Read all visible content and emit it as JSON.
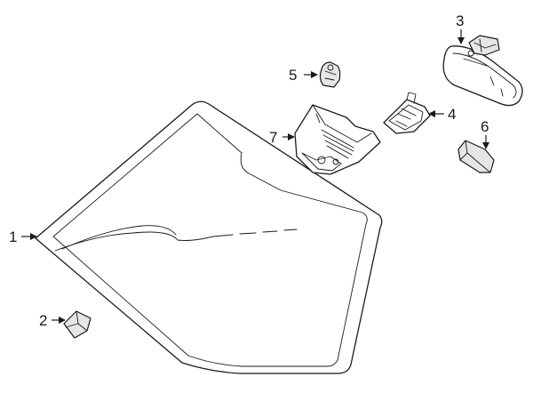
{
  "callouts": [
    {
      "id": "1",
      "label": "1",
      "part": "windshield"
    },
    {
      "id": "2",
      "label": "2",
      "part": "clip"
    },
    {
      "id": "3",
      "label": "3",
      "part": "rearview-mirror"
    },
    {
      "id": "4",
      "label": "4",
      "part": "mirror-bracket"
    },
    {
      "id": "5",
      "label": "5",
      "part": "rain-sensor"
    },
    {
      "id": "6",
      "label": "6",
      "part": "wire-cover"
    },
    {
      "id": "7",
      "label": "7",
      "part": "camera-housing"
    }
  ],
  "colors": {
    "line": "#1a1a1a",
    "fill": "#ffffff",
    "shade": "#e6e6e6"
  }
}
